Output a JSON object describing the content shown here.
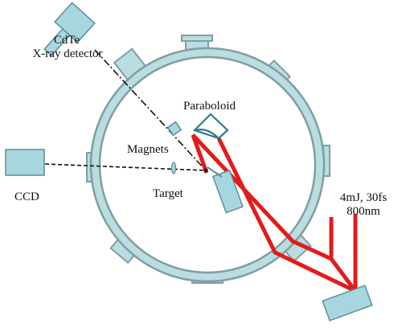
{
  "labels": {
    "detector_line1": "CdTe",
    "detector_line2": "X-ray detector",
    "paraboloid": "Paraboloid",
    "magnets": "Magnets",
    "target": "Target",
    "ccd": "CCD",
    "laser_line1": "4mJ, 30fs",
    "laser_line2": "800nm"
  },
  "colors": {
    "chamber_fill": "#b9dde0",
    "chamber_stroke": "#7f9ea3",
    "component_fill": "#a8d6de",
    "component_stroke": "#5a8f99",
    "paraboloid_stroke": "#2a7b85",
    "laser": "#e31b1b",
    "beam_path": "#111111"
  }
}
